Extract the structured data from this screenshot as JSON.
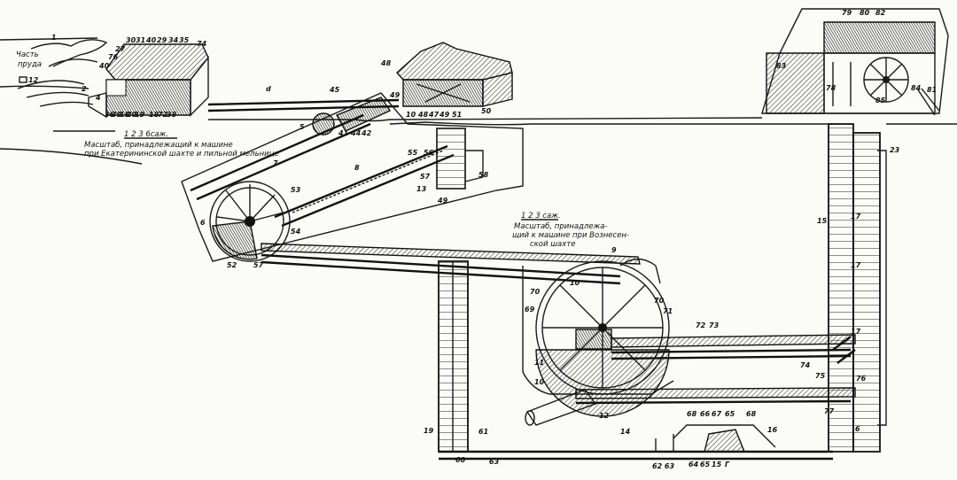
{
  "title_pond": [
    "Часть",
    "пруда"
  ],
  "scale_1": {
    "ticks": "1  2  3         6саж.",
    "line1": "Масштаб, принадлежащий к машине",
    "line2": "при Екатерининской шахте и пильной мельнице"
  },
  "scale_2": {
    "ticks": "1    2    3 саж.",
    "line1": "Масштаб, принадлежа-",
    "line2": "щий к машине при Вознесен-",
    "line3": "ской шахте"
  },
  "labels": [
    "1",
    "12",
    "2",
    "4",
    "30",
    "31",
    "40",
    "29",
    "34",
    "35",
    "74",
    "27",
    "76",
    "40",
    "36",
    "39",
    "18",
    "20",
    "19",
    "18",
    "72",
    "38",
    "d",
    "45",
    "48",
    "49",
    "5",
    "41",
    "44",
    "42",
    "7",
    "10",
    "48",
    "47",
    "49",
    "51",
    "50",
    "55",
    "56",
    "8",
    "53",
    "57",
    "13",
    "58",
    "49",
    "6",
    "54",
    "52",
    "57",
    "9",
    "10",
    "70",
    "69",
    "70",
    "71",
    "72",
    "73",
    "11",
    "10",
    "74",
    "75",
    "76",
    "77",
    "6",
    "12",
    "14",
    "68",
    "66",
    "67",
    "65",
    "68",
    "16",
    "17",
    "17",
    "17",
    "15",
    "23",
    "19",
    "61",
    "60",
    "63",
    "62 63",
    "64",
    "65",
    "15",
    "Г",
    "79",
    "80",
    "82",
    "83",
    "78",
    "84",
    "85",
    "81"
  ],
  "colors": {
    "ink": "#111111",
    "paper": "#fbfbf8"
  }
}
